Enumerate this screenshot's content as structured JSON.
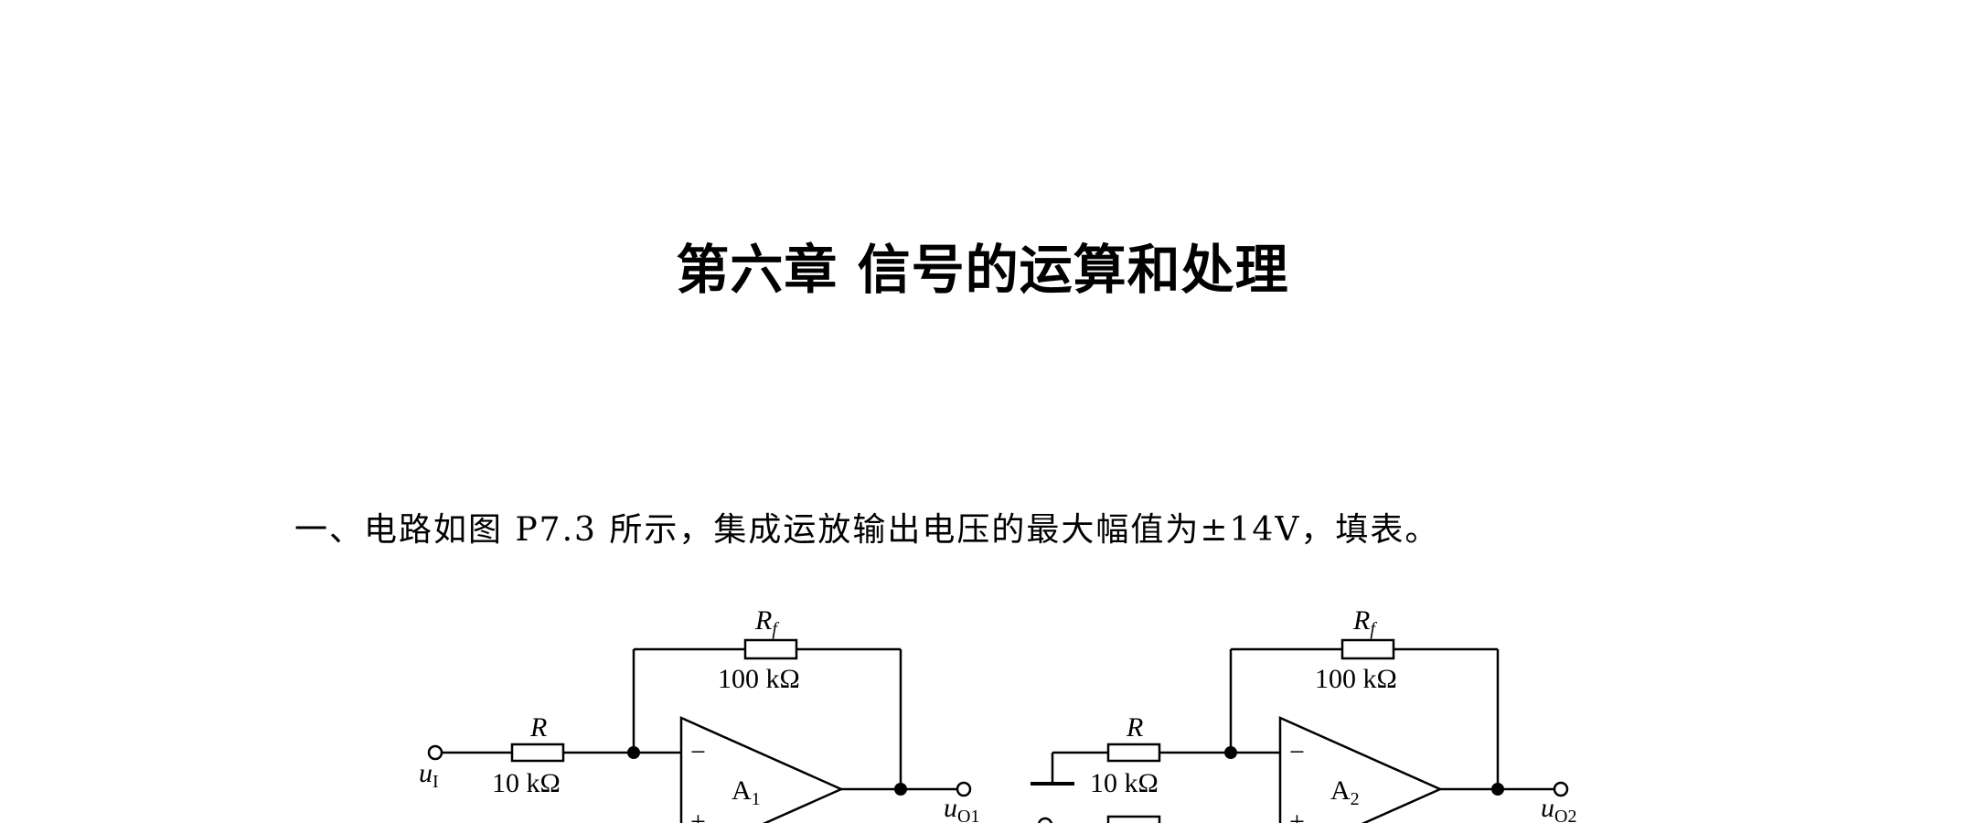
{
  "document": {
    "title": "第六章 信号的运算和处理",
    "question": "一、电路如图 P7.3 所示，集成运放输出电压的最大幅值为±14V，填表。"
  },
  "circuit1": {
    "rf_label": "R",
    "rf_sub": "f",
    "rf_value": "100 kΩ",
    "r_label": "R",
    "r_value": "10 kΩ",
    "opamp_label": "A",
    "opamp_sub": "1",
    "input_label": "u",
    "input_sub": "I",
    "output_label": "u",
    "output_sub": "O1",
    "minus": "−",
    "plus": "+"
  },
  "circuit2": {
    "rf_label": "R",
    "rf_sub": "f",
    "rf_value": "100 kΩ",
    "r_label": "R",
    "r_value": "10 kΩ",
    "opamp_label": "A",
    "opamp_sub": "2",
    "output_label": "u",
    "output_sub": "O2",
    "minus": "−",
    "plus": "+"
  }
}
